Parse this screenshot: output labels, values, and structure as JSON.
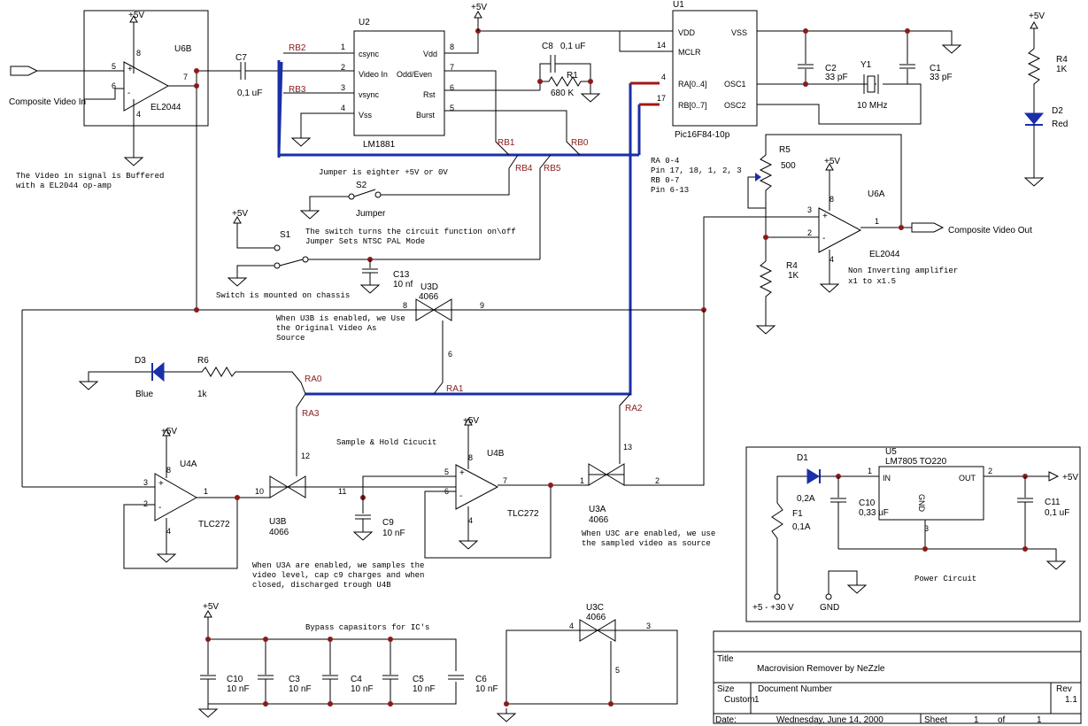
{
  "title_block": {
    "title_label": "Title",
    "title": "Macrovision Remover by NeZzle",
    "size_label": "Size",
    "size": "Custom",
    "docnum_label": "Document Number",
    "docnum": "1",
    "rev_label": "Rev",
    "rev": "1.1",
    "date_label": "Date:",
    "date": "Wednesday, June 14, 2000",
    "sheet_label": "Sheet",
    "sheet": "1",
    "of_label": "of",
    "sheets": "1"
  },
  "components": {
    "u6b": {
      "ref": "U6B",
      "part": "EL2044",
      "pins": [
        "5",
        "6",
        "7",
        "8",
        "4"
      ]
    },
    "u6a": {
      "ref": "U6A",
      "part": "EL2044",
      "pins": [
        "3",
        "2",
        "1",
        "8",
        "4"
      ]
    },
    "u4a": {
      "ref": "U4A",
      "part": "TLC272",
      "pins": [
        "3",
        "2",
        "1",
        "8",
        "4"
      ]
    },
    "u4b": {
      "ref": "U4B",
      "part": "TLC272",
      "pins": [
        "5",
        "6",
        "7",
        "8",
        "4"
      ]
    },
    "u2": {
      "ref": "U2",
      "part": "LM1881",
      "left_pins": [
        {
          "num": "1",
          "name": "csync"
        },
        {
          "num": "2",
          "name": "Video In"
        },
        {
          "num": "3",
          "name": "vsync"
        },
        {
          "num": "4",
          "name": "Vss"
        }
      ],
      "right_pins": [
        {
          "num": "8",
          "name": "Vdd"
        },
        {
          "num": "7",
          "name": "Odd/Even"
        },
        {
          "num": "6",
          "name": "Rst"
        },
        {
          "num": "5",
          "name": "Burst"
        }
      ]
    },
    "u1": {
      "ref": "U1",
      "part": "Pic16F84-10p",
      "left_pins": [
        {
          "num": "",
          "name": "VDD"
        },
        {
          "num": "14",
          "name": "MCLR"
        },
        {
          "num": "4",
          "name": "RA[0..4]"
        },
        {
          "num": "17",
          "name": "RB[0..7]"
        }
      ],
      "right_pins": [
        {
          "name": "VSS"
        },
        {
          "name": "OSC1"
        },
        {
          "name": "OSC2"
        }
      ]
    },
    "u5": {
      "ref": "U5",
      "part": "LM7805 TO220",
      "pin_in": "IN",
      "pin_out": "OUT",
      "pin_gnd": "GND",
      "p1": "1",
      "p2": "2",
      "p3": "3"
    },
    "u3d": {
      "ref": "U3D",
      "part": "4066",
      "pins": [
        "8",
        "9",
        "6"
      ]
    },
    "u3b": {
      "ref": "U3B",
      "part": "4066",
      "pins": [
        "10",
        "11",
        "12"
      ]
    },
    "u3a": {
      "ref": "U3A",
      "part": "4066",
      "pins": [
        "1",
        "2",
        "13"
      ]
    },
    "u3c": {
      "ref": "U3C",
      "part": "4066",
      "pins": [
        "4",
        "3",
        "5"
      ]
    },
    "c7": {
      "ref": "C7",
      "value": "0,1 uF"
    },
    "c8": {
      "ref": "C8",
      "value": "0,1 uF"
    },
    "r1": {
      "ref": "R1",
      "value": "680 K"
    },
    "c2": {
      "ref": "C2",
      "value": "33 pF"
    },
    "c1": {
      "ref": "C1",
      "value": "33 pF"
    },
    "y1": {
      "ref": "Y1",
      "value": "10 MHz"
    },
    "r4a": {
      "ref": "R4",
      "value": "1K"
    },
    "d2": {
      "ref": "D2",
      "value": "Red"
    },
    "r5": {
      "ref": "R5",
      "value": "500"
    },
    "r4b": {
      "ref": "R4",
      "value": "1K"
    },
    "c13": {
      "ref": "C13",
      "value": "10 nf"
    },
    "d3": {
      "ref": "D3",
      "value": "Blue"
    },
    "r6": {
      "ref": "R6",
      "value": "1k"
    },
    "c9": {
      "ref": "C9",
      "value": "10 nF"
    },
    "d1": {
      "ref": "D1",
      "value": "0,2A"
    },
    "f1": {
      "ref": "F1",
      "value": "0,1A"
    },
    "c10p": {
      "ref": "C10",
      "value": "0,33 uF"
    },
    "c11": {
      "ref": "C11",
      "value": "0,1 uF"
    },
    "s1": {
      "ref": "S1"
    },
    "s2": {
      "ref": "S2"
    },
    "bypass": [
      {
        "ref": "C10",
        "value": "10 nF"
      },
      {
        "ref": "C3",
        "value": "10 nF"
      },
      {
        "ref": "C4",
        "value": "10 nF"
      },
      {
        "ref": "C5",
        "value": "10 nF"
      },
      {
        "ref": "C6",
        "value": "10 nF"
      }
    ]
  },
  "power": {
    "vcc": "+5V",
    "gnd_label": "GND",
    "vin": "+5 - +30 V"
  },
  "nets": {
    "rb2": "RB2",
    "rb3": "RB3",
    "rb1": "RB1",
    "rb0": "RB0",
    "rb4": "RB4",
    "rb5": "RB5",
    "ra0": "RA0",
    "ra1": "RA1",
    "ra2": "RA2",
    "ra3": "RA3"
  },
  "labels": {
    "video_in": "Composite Video In",
    "video_out": "Composite Video Out",
    "jumper": "Jumper",
    "power_circuit": "Power Circuit"
  },
  "notes": {
    "buffer": [
      "The Video in signal is Buffered",
      "with a EL2044 op-amp"
    ],
    "jumper": "Jumper is eighter +5V or 0V",
    "switch": [
      "The switch turns the circuit function on\\off",
      "Jumper Sets NTSC PAL Mode"
    ],
    "chassis": "Switch is mounted on chassis",
    "pic_pins": [
      "RA 0-4",
      "Pin 17, 18, 1, 2, 3",
      "RB 0-7",
      "Pin 6-13"
    ],
    "amp": [
      "Non Inverting amplifier",
      "x1 to x1.5"
    ],
    "u3b_enabled": [
      "When U3B is enabled, we Use",
      "the Original Video As",
      "Source"
    ],
    "sample_hold": "Sample & Hold Cicucit",
    "u3a_enabled": [
      "When U3A are enabled, we samples the",
      "video level, cap c9 charges and when",
      "closed, discharged trough U4B"
    ],
    "u3c_enabled": [
      "When U3C are enabled, we use",
      "the sampled video as source"
    ],
    "bypass": "Bypass capasitors for IC's"
  },
  "colors": {
    "wire": "#000000",
    "bus": "#1a2fa8",
    "net_label": "#8b1a1a",
    "led": "#1a2fa8"
  }
}
